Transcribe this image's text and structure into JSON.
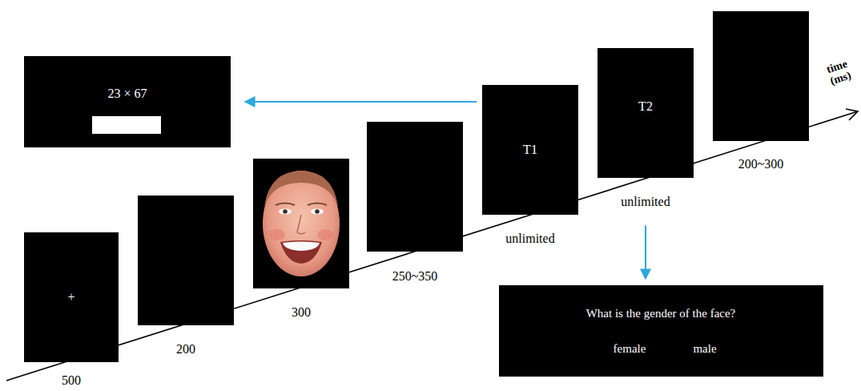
{
  "diagram": {
    "nodes": [
      {
        "text": [
          "+",
          "500"
        ]
      },
      {
        "text": [
          "200"
        ]
      },
      {
        "text": [
          "300"
        ]
      },
      {
        "text": [
          "250~350"
        ]
      },
      {
        "text": [
          "T1",
          "unlimited"
        ]
      },
      {
        "text": [
          "T2",
          "unlimited"
        ]
      },
      {
        "text": [
          "200~300"
        ]
      },
      {
        "text": [
          "23 × 67"
        ]
      },
      {
        "text": [
          "What is the gender of the face?",
          "female",
          "male"
        ]
      }
    ],
    "edges": [
      {
        "from": 4,
        "to": 7,
        "arrow": "to"
      },
      {
        "from": 5,
        "to": 8,
        "arrow": "to"
      }
    ],
    "labels": [
      "time (ms)"
    ]
  }
}
